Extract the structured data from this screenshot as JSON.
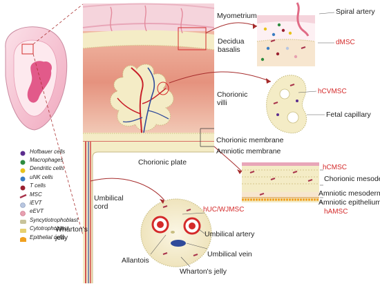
{
  "labels": {
    "myometrium": "Myometrium",
    "spiral_artery": "Spiral artery",
    "decidua_basalis": "Decidua\nbasalis",
    "dmsc": "dMSC",
    "chorionic_villi": "Chorionic\nvilli",
    "hcvmsc": "hCVMSC",
    "fetal_capillary": "Fetal capillary",
    "chorionic_membrane": "Chorionic membrane",
    "amniotic_membrane": "Amniotic membrane",
    "chorionic_plate": "Chorionic plate",
    "hcmsc": "hCMSC",
    "chorionic_mesoderm": "Chorionic mesoderm",
    "amniotic_mesoderm": "Amniotic mesoderm",
    "amniotic_epithelium": "Amniotic epithelium",
    "hamsc": "hAMSC",
    "umbilical_cord": "Umbilical\ncord",
    "whartons_jelly_left": "Wharton's\njelly",
    "huc_wjmsc": "hUC/WJMSC",
    "umbilical_artery": "Umbilical artery",
    "allantois": "Allantois",
    "umbilical_vein": "Umbilical vein",
    "whartons_jelly_bottom": "Wharton's jelly"
  },
  "legend": [
    {
      "label": "Hofbauer cells",
      "color": "#5b2d8e",
      "icon": "hofbauer-cell-icon"
    },
    {
      "label": "Macrophages",
      "color": "#2e8b3e",
      "icon": "macrophage-icon"
    },
    {
      "label": "Dendritic cells",
      "color": "#e8c21a",
      "icon": "dendritic-cell-icon"
    },
    {
      "label": "uNK cells",
      "color": "#3a7cc2",
      "icon": "unk-cell-icon"
    },
    {
      "label": "T cells",
      "color": "#9a2030",
      "icon": "t-cell-icon"
    },
    {
      "label": "MSC",
      "color": "#a8324a",
      "icon": "msc-icon"
    },
    {
      "label": "iEVT",
      "color": "#b8c6e0",
      "icon": "ievt-icon"
    },
    {
      "label": "eEVT",
      "color": "#e7a0b0",
      "icon": "eevt-icon"
    },
    {
      "label": "Syncytiotrophoblast",
      "color": "#c8c39a",
      "icon": "syncytiotrophoblast-icon"
    },
    {
      "label": "Cytotrophoblast",
      "color": "#e6d070",
      "icon": "cytotrophoblast-icon"
    },
    {
      "label": "Epithelial cells",
      "color": "#f0a020",
      "icon": "epithelial-cell-icon"
    }
  ],
  "colors": {
    "red": "#d42a2a",
    "vessel_red": "#c8202a",
    "vessel_blue": "#2f4a9a",
    "cream": "#f4ecc6",
    "decidua": "#e8a090",
    "myometrium": "#f3c8d0"
  }
}
